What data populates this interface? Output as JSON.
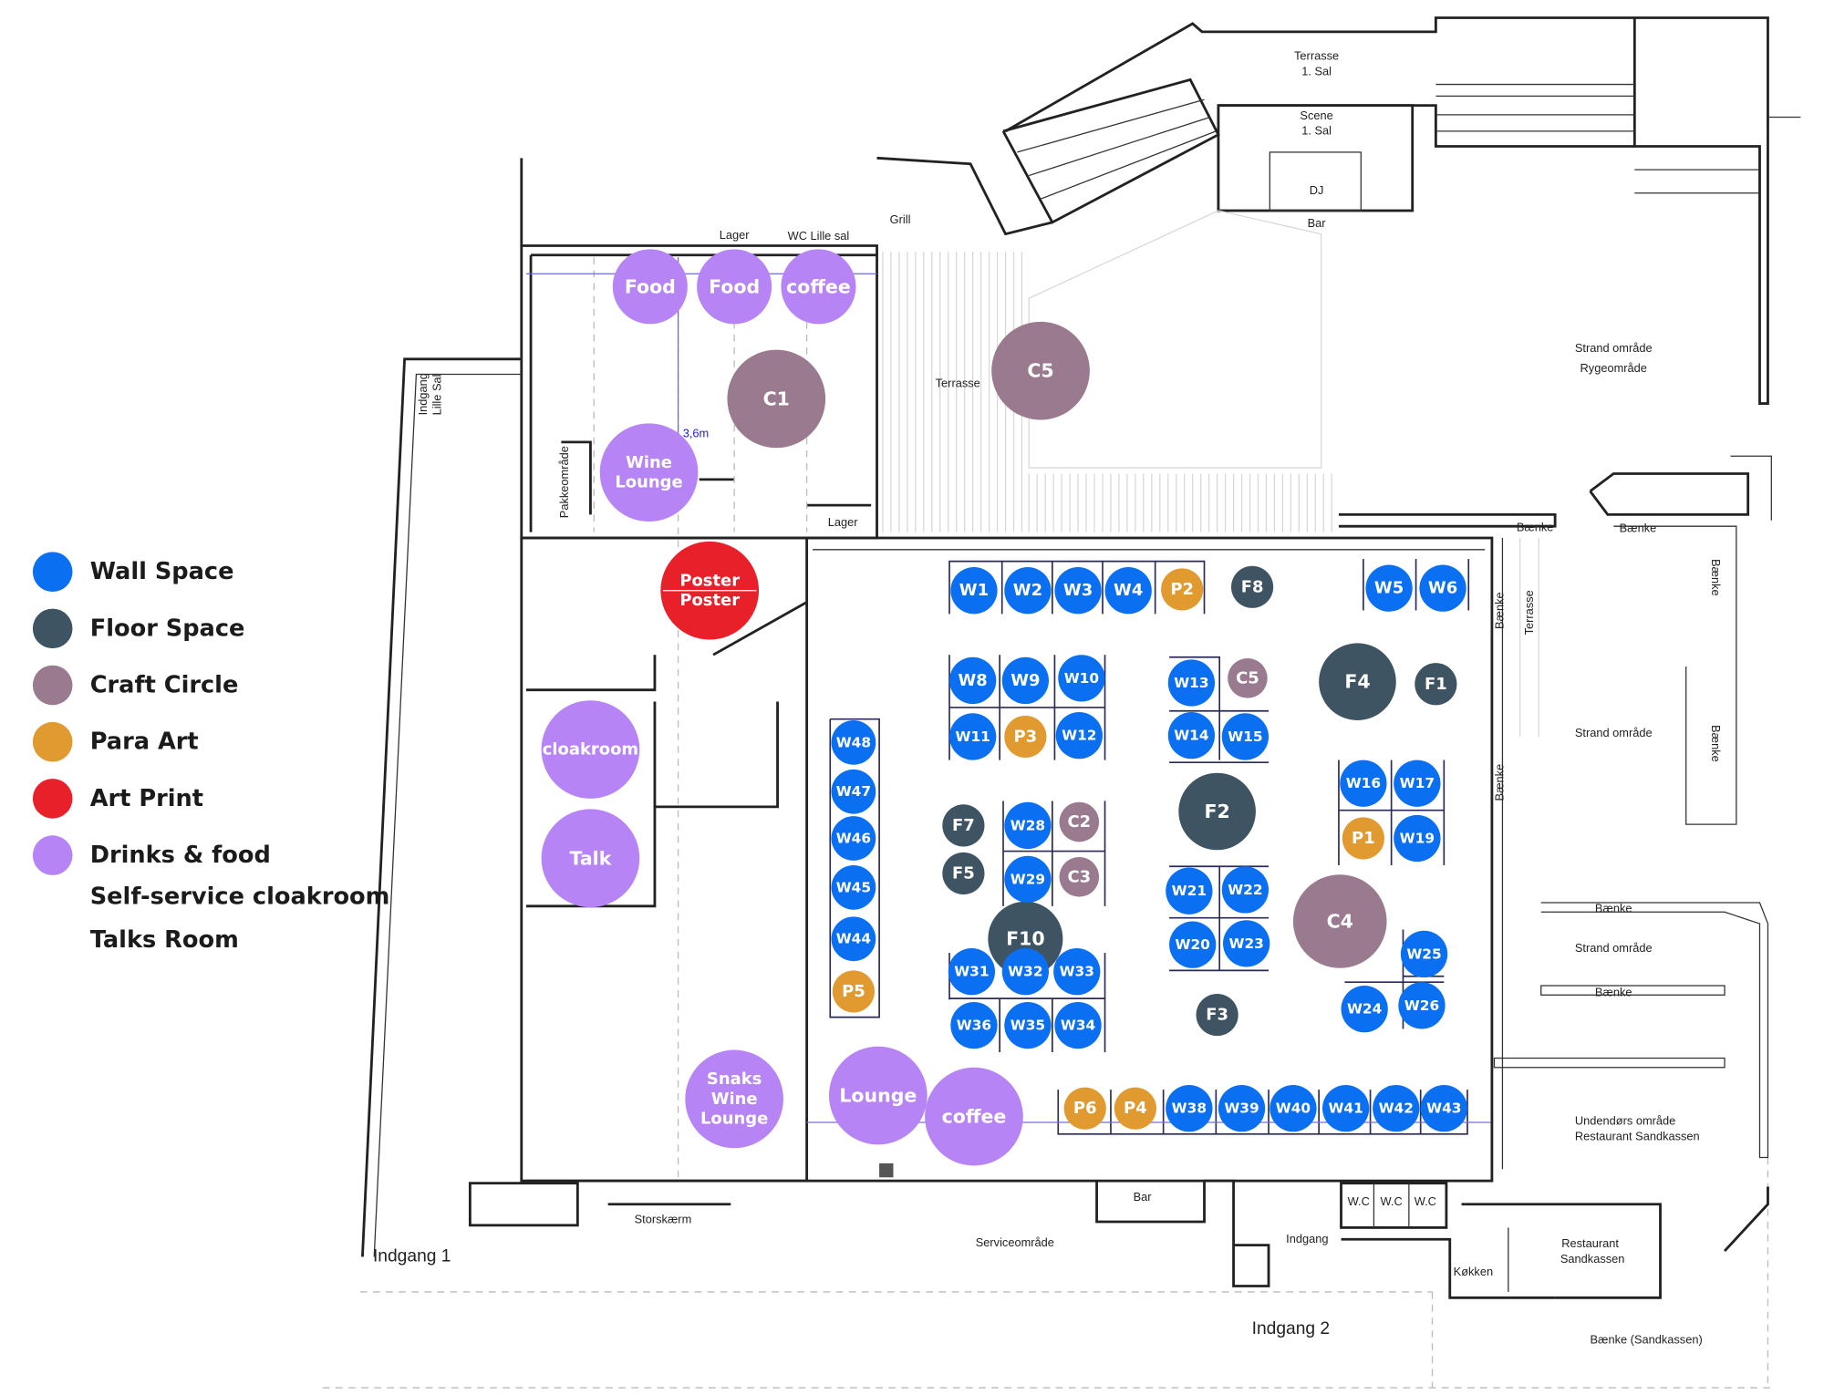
{
  "colors": {
    "wall_space": "#0b6ff2",
    "floor_space": "#3e5463",
    "craft_circle": "#9a7a8e",
    "para_art": "#e09a30",
    "art_print": "#e8202a",
    "drinks_food": "#b784f5"
  },
  "legend": [
    {
      "label": "Wall Space",
      "type": "wall_space"
    },
    {
      "label": "Floor Space",
      "type": "floor_space"
    },
    {
      "label": "Craft Circle",
      "type": "craft_circle"
    },
    {
      "label": "Para Art",
      "type": "para_art"
    },
    {
      "label": "Art Print",
      "type": "art_print"
    },
    {
      "label": "Drinks & food",
      "type": "drinks_food"
    }
  ],
  "legend_extra": [
    "Self-service cloakroom",
    "Talks Room"
  ],
  "spots": [
    {
      "label": "Food",
      "type": "drinks_food"
    },
    {
      "label": "Food",
      "type": "drinks_food"
    },
    {
      "label": "coffee",
      "type": "drinks_food"
    },
    {
      "label": "Wine|Lounge",
      "type": "drinks_food"
    },
    {
      "label": "cloakroom",
      "type": "drinks_food"
    },
    {
      "label": "Talk",
      "type": "drinks_food"
    },
    {
      "label": "Snaks|Wine|Lounge",
      "type": "drinks_food"
    },
    {
      "label": "Lounge",
      "type": "drinks_food"
    },
    {
      "label": "coffee",
      "type": "drinks_food"
    },
    {
      "label": "Poster|Poster",
      "type": "art_print"
    },
    {
      "label": "C1",
      "type": "craft_circle"
    },
    {
      "label": "C5",
      "type": "craft_circle"
    },
    {
      "label": "C5",
      "type": "craft_circle"
    },
    {
      "label": "C2",
      "type": "craft_circle"
    },
    {
      "label": "C3",
      "type": "craft_circle"
    },
    {
      "label": "C4",
      "type": "craft_circle"
    },
    {
      "label": "F8",
      "type": "floor_space"
    },
    {
      "label": "F4",
      "type": "floor_space"
    },
    {
      "label": "F1",
      "type": "floor_space"
    },
    {
      "label": "F2",
      "type": "floor_space"
    },
    {
      "label": "F7",
      "type": "floor_space"
    },
    {
      "label": "F5",
      "type": "floor_space"
    },
    {
      "label": "F10",
      "type": "floor_space"
    },
    {
      "label": "F3",
      "type": "floor_space"
    },
    {
      "label": "P2",
      "type": "para_art"
    },
    {
      "label": "P3",
      "type": "para_art"
    },
    {
      "label": "P1",
      "type": "para_art"
    },
    {
      "label": "P5",
      "type": "para_art"
    },
    {
      "label": "P6",
      "type": "para_art"
    },
    {
      "label": "P4",
      "type": "para_art"
    },
    {
      "label": "W1",
      "type": "wall_space"
    },
    {
      "label": "W2",
      "type": "wall_space"
    },
    {
      "label": "W3",
      "type": "wall_space"
    },
    {
      "label": "W4",
      "type": "wall_space"
    },
    {
      "label": "W5",
      "type": "wall_space"
    },
    {
      "label": "W6",
      "type": "wall_space"
    },
    {
      "label": "W8",
      "type": "wall_space"
    },
    {
      "label": "W9",
      "type": "wall_space"
    },
    {
      "label": "W10",
      "type": "wall_space"
    },
    {
      "label": "W11",
      "type": "wall_space"
    },
    {
      "label": "W12",
      "type": "wall_space"
    },
    {
      "label": "W13",
      "type": "wall_space"
    },
    {
      "label": "W14",
      "type": "wall_space"
    },
    {
      "label": "W15",
      "type": "wall_space"
    },
    {
      "label": "W16",
      "type": "wall_space"
    },
    {
      "label": "W17",
      "type": "wall_space"
    },
    {
      "label": "W19",
      "type": "wall_space"
    },
    {
      "label": "W21",
      "type": "wall_space"
    },
    {
      "label": "W22",
      "type": "wall_space"
    },
    {
      "label": "W20",
      "type": "wall_space"
    },
    {
      "label": "W23",
      "type": "wall_space"
    },
    {
      "label": "W28",
      "type": "wall_space"
    },
    {
      "label": "W29",
      "type": "wall_space"
    },
    {
      "label": "W31",
      "type": "wall_space"
    },
    {
      "label": "W32",
      "type": "wall_space"
    },
    {
      "label": "W33",
      "type": "wall_space"
    },
    {
      "label": "W36",
      "type": "wall_space"
    },
    {
      "label": "W35",
      "type": "wall_space"
    },
    {
      "label": "W34",
      "type": "wall_space"
    },
    {
      "label": "W25",
      "type": "wall_space"
    },
    {
      "label": "W24",
      "type": "wall_space"
    },
    {
      "label": "W26",
      "type": "wall_space"
    },
    {
      "label": "W48",
      "type": "wall_space"
    },
    {
      "label": "W47",
      "type": "wall_space"
    },
    {
      "label": "W46",
      "type": "wall_space"
    },
    {
      "label": "W45",
      "type": "wall_space"
    },
    {
      "label": "W44",
      "type": "wall_space"
    },
    {
      "label": "W38",
      "type": "wall_space"
    },
    {
      "label": "W39",
      "type": "wall_space"
    },
    {
      "label": "W40",
      "type": "wall_space"
    },
    {
      "label": "W41",
      "type": "wall_space"
    },
    {
      "label": "W42",
      "type": "wall_space"
    },
    {
      "label": "W43",
      "type": "wall_space"
    }
  ],
  "plan_labels": {
    "terrasse_1_sal": "Terrasse",
    "terrasse_1_sal_b": "1. Sal",
    "scene": "Scene",
    "scene_b": "1. Sal",
    "dj": "DJ",
    "bar_top": "Bar",
    "grill": "Grill",
    "lager_top": "Lager",
    "wc_lille_sal": "WC Lille sal",
    "terrasse": "Terrasse",
    "strand_rygeomraade": "Strand område",
    "strand_rygeomraade_b": "Rygeområde",
    "indgang_lille_sal": "Indgang",
    "indgang_lille_sal_b": "Lille Sal",
    "pakkeomraade": "Pakkeområde",
    "measure": "3,6m",
    "lager_bottom": "Lager",
    "baenke_1": "Bænke",
    "baenke_2": "Bænke",
    "baenke_3": "Bænke",
    "baenke_4": "Bænke",
    "baenke_5": "Bænke",
    "baenke_6": "Bænke",
    "baenke_7": "Bænke",
    "baenke_8": "Bænke",
    "terrasse_side": "Terrasse",
    "strand_1": "Strand område",
    "strand_2": "Strand område",
    "udendors": "Undendørs område",
    "udendors_b": "Restaurant Sandkassen",
    "wc_1": "W.C",
    "wc_2": "W.C",
    "wc_3": "W.C",
    "bar_bottom": "Bar",
    "storskaerm": "Storskærm",
    "serviceomraade": "Serviceområde",
    "indgang": "Indgang",
    "koekken": "Køkken",
    "restaurant": "Restaurant",
    "restaurant_b": "Sandkassen",
    "indgang_1": "Indgang 1",
    "indgang_2": "Indgang 2",
    "baenke_sandkassen": "Bænke (Sandkassen)"
  }
}
